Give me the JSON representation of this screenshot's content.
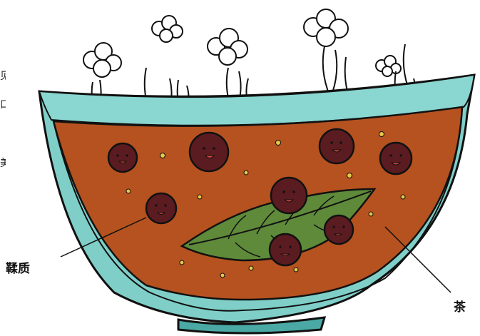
{
  "labels": {
    "left": "鞣质",
    "right": "茶"
  },
  "edge_glyphs": [
    "见",
    "口",
    "美"
  ],
  "colors": {
    "tea": "#b5521f",
    "bowl": "#7fcfc8",
    "bowl_dark": "#4aa9a4",
    "leaf": "#5e8a3a",
    "bean": "#5a1c20",
    "steam": "#ffffff",
    "dots": "#e0c040"
  }
}
